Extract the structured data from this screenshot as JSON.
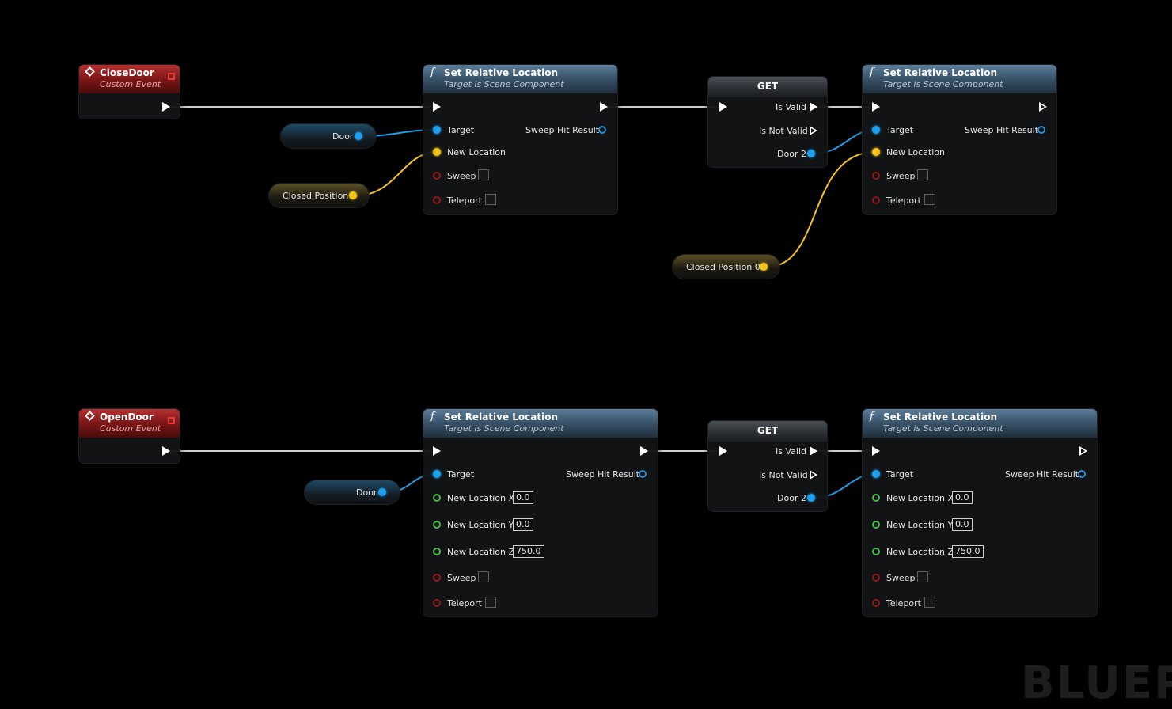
{
  "colors": {
    "exec_wire": "#cfcfcf",
    "object_wire": "#1ea0ee",
    "vector_wire": "#f5c21b",
    "event_header": "#9c1e1e",
    "function_header": "#4d6b85",
    "float_pin": "#48b94a",
    "bool_pin": "#8d1818"
  },
  "icons": {
    "function": "f-icon",
    "event": "diamond-event-icon",
    "delegate": "red-square-icon"
  },
  "watermark": "BLUEPR",
  "close_row": {
    "event": {
      "title": "CloseDoor",
      "subtitle": "Custom Event"
    },
    "door_var": {
      "label": "Door"
    },
    "closed_pos_var": {
      "label": "Closed Position"
    },
    "set1": {
      "title": "Set Relative Location",
      "subtitle": "Target is Scene Component",
      "pin_target": "Target",
      "pin_new_location": "New Location",
      "pin_sweep": "Sweep",
      "pin_teleport": "Teleport",
      "pin_hit": "Sweep Hit Result"
    },
    "get": {
      "title": "GET",
      "is_valid": "Is Valid",
      "is_not_valid": "Is Not Valid",
      "door2": "Door 2"
    },
    "set2": {
      "title": "Set Relative Location",
      "subtitle": "Target is Scene Component",
      "pin_target": "Target",
      "pin_new_location": "New Location",
      "pin_sweep": "Sweep",
      "pin_teleport": "Teleport",
      "pin_hit": "Sweep Hit Result"
    },
    "closed_pos0_var": {
      "label": "Closed Position 0"
    }
  },
  "open_row": {
    "event": {
      "title": "OpenDoor",
      "subtitle": "Custom Event"
    },
    "door_var": {
      "label": "Door"
    },
    "set1": {
      "title": "Set Relative Location",
      "subtitle": "Target is Scene Component",
      "pin_target": "Target",
      "pin_x": "New Location X",
      "pin_y": "New Location Y",
      "pin_z": "New Location Z",
      "val_x": "0.0",
      "val_y": "0.0",
      "val_z": "750.0",
      "pin_sweep": "Sweep",
      "pin_teleport": "Teleport",
      "pin_hit": "Sweep Hit Result"
    },
    "get": {
      "title": "GET",
      "is_valid": "Is Valid",
      "is_not_valid": "Is Not Valid",
      "door2": "Door 2"
    },
    "set2": {
      "title": "Set Relative Location",
      "subtitle": "Target is Scene Component",
      "pin_target": "Target",
      "pin_x": "New Location X",
      "pin_y": "New Location Y",
      "pin_z": "New Location Z",
      "val_x": "0.0",
      "val_y": "0.0",
      "val_z": "750.0",
      "pin_sweep": "Sweep",
      "pin_teleport": "Teleport",
      "pin_hit": "Sweep Hit Result"
    }
  }
}
